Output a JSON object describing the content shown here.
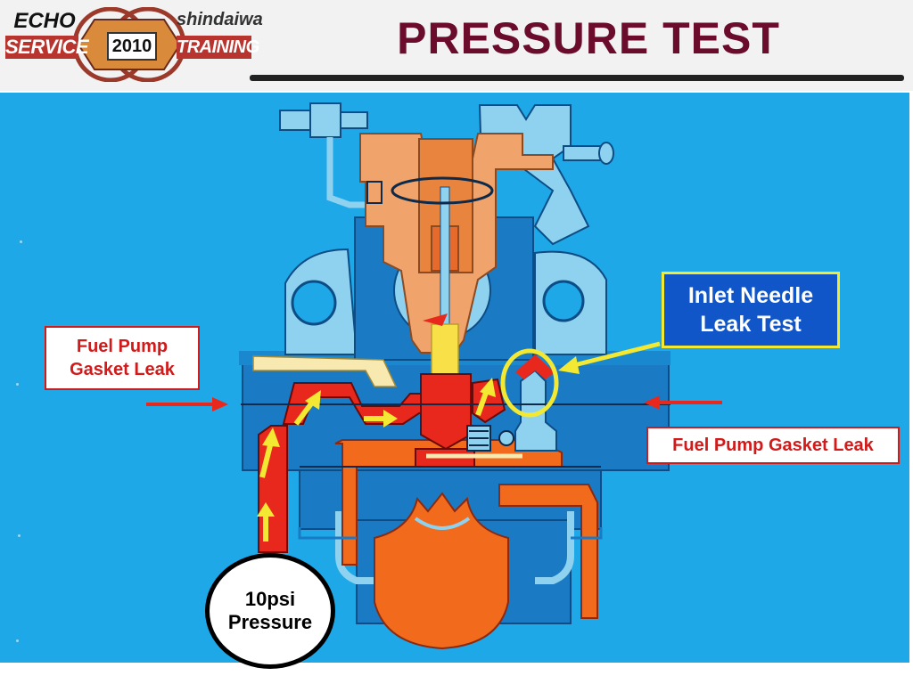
{
  "logo": {
    "brand_left": "ECHO",
    "service": "SERVICE",
    "year": "2010",
    "brand_right": "shindaiwa",
    "training": "TRAINING"
  },
  "header": {
    "title": "PRESSURE TEST"
  },
  "callouts": {
    "left_leak": "Fuel Pump Gasket Leak",
    "right_leak": "Fuel Pump Gasket Leak",
    "inlet_needle": "Inlet Needle Leak Test",
    "pressure_line1": "10psi",
    "pressure_line2": "Pressure"
  },
  "colors": {
    "title": "#6b0c2c",
    "background": "#1ea8e8",
    "callout_red": "#d11a1a",
    "callout_blue": "#1156c9",
    "highlight_yellow": "#f3e832",
    "pressure_red": "#e8281c",
    "body_blue": "#1a7bc4",
    "light_blue": "#8fd2f0",
    "orange": "#f26a1b",
    "tan": "#f0a36a"
  }
}
